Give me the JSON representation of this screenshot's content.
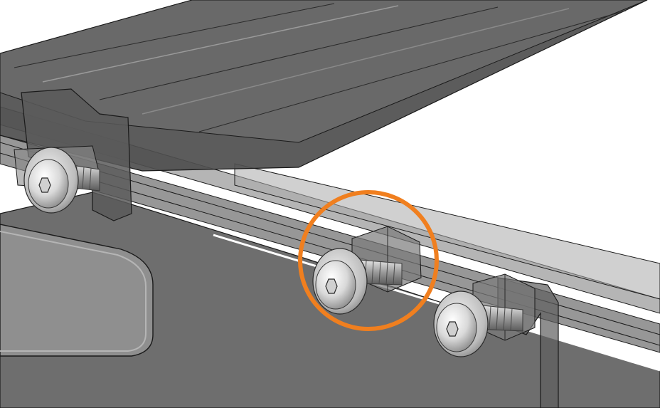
{
  "colors": {
    "background": "#ffffff",
    "extrusion_dark": "#4a4a4a",
    "extrusion_mid": "#6b6b6b",
    "extrusion_light": "#8a8a8a",
    "panel": "#6e6e6e",
    "panel_light": "#8f8f8f",
    "rail": "#9c9c9c",
    "edge": "#1a1a1a",
    "highlight_circle": "#f07f1f",
    "screw_metal": "#d9d9d9"
  },
  "fasteners": [
    {
      "name": "left-button-head-screw"
    },
    {
      "name": "center-button-head-screw",
      "highlighted": true
    },
    {
      "name": "right-button-head-screw"
    }
  ],
  "icons": [
    "hex-socket-icon"
  ]
}
